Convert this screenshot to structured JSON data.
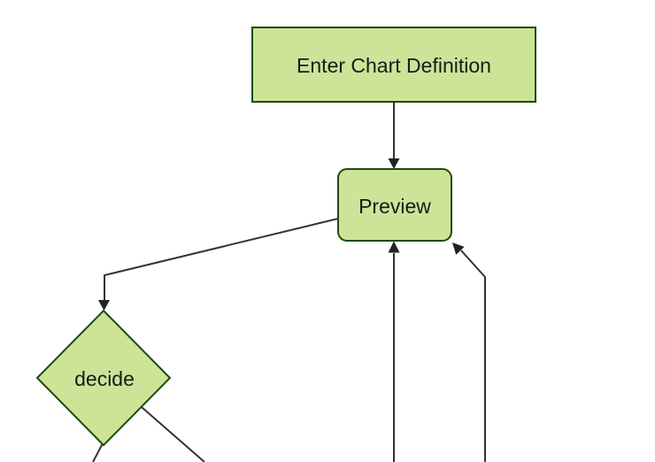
{
  "diagram": {
    "type": "flowchart",
    "nodes": [
      {
        "id": "enter-chart-definition",
        "label": "Enter Chart Definition",
        "shape": "rectangle"
      },
      {
        "id": "preview",
        "label": "Preview",
        "shape": "rounded-rectangle"
      },
      {
        "id": "decide",
        "label": "decide",
        "shape": "diamond"
      }
    ],
    "edges": [
      {
        "from": "enter-chart-definition",
        "to": "preview",
        "arrowhead": true
      },
      {
        "from": "preview",
        "to": "decide",
        "arrowhead": true
      },
      {
        "from": "offscreen-bottom",
        "to": "preview",
        "arrowhead": true
      },
      {
        "from": "offscreen-bottom-right",
        "to": "preview",
        "arrowhead": true
      },
      {
        "from": "decide",
        "to": "offscreen-bottom-left",
        "arrowhead": false
      },
      {
        "from": "decide",
        "to": "offscreen-bottom-right",
        "arrowhead": false
      }
    ],
    "colors": {
      "background": "#ffffff",
      "node_fill": "#cde498",
      "node_border": "#1c4a10",
      "edge": "#333333",
      "arrowhead": "#222222",
      "text": "#1a1a1a"
    }
  }
}
